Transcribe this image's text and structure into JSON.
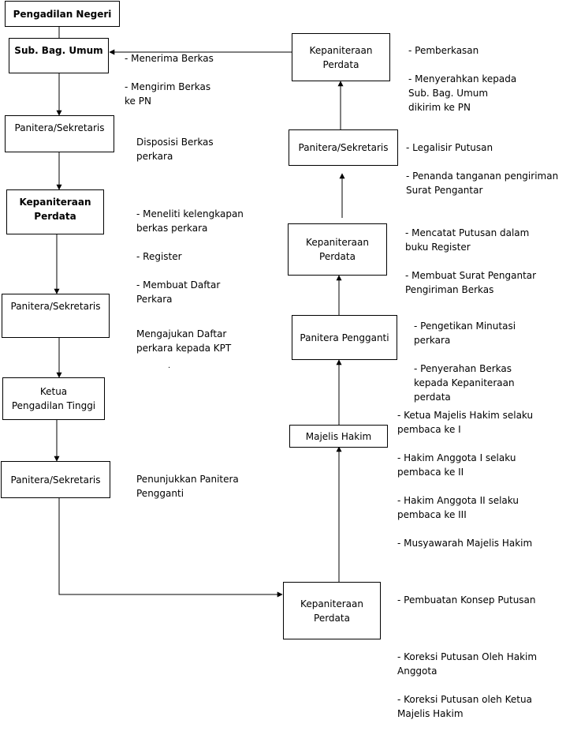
{
  "boxes": {
    "b1": "Pengadilan Negeri",
    "b2": "Sub. Bag. Umum",
    "b3": "Panitera/Sekretaris",
    "b4": "Kepaniteraan\nPerdata",
    "b5": "Panitera/Sekretaris",
    "b6": "Ketua\nPengadilan Tinggi",
    "b7": "Panitera/Sekretaris",
    "b8": "Kepaniteraan\nPerdata",
    "b9": "Majelis Hakim",
    "b10": "Panitera Pengganti",
    "b11": "Kepaniteraan\nPerdata",
    "b12": "Panitera/Sekretaris",
    "b13": "Kepaniteraan\nPerdata"
  },
  "notes": {
    "n_sub": [
      "- Menerima Berkas",
      "- Mengirim Berkas\n  ke PN"
    ],
    "n_disp": [
      "Disposisi Berkas\nperkara"
    ],
    "n_kep": [
      "- Meneliti kelengkapan\n  berkas perkara",
      "- Register",
      "- Membuat Daftar\n  Perkara"
    ],
    "n_daftar": [
      "Mengajukan Daftar\nperkara kepada KPT"
    ],
    "n_tunjuk": [
      "Penunjukkan Panitera\nPengganti"
    ],
    "n_r1": [
      "- Pemberkasan",
      "- Menyerahkan kepada\n  Sub. Bag. Umum\n  dikirim ke PN"
    ],
    "n_r2": [
      "- Legalisir Putusan",
      "- Penanda tanganan pengiriman\n  Surat Pengantar"
    ],
    "n_r3": [
      "- Mencatat Putusan dalam\n  buku Register",
      "- Membuat Surat Pengantar\n  Pengiriman Berkas"
    ],
    "n_r4": [
      "- Pengetikan Minutasi\n  perkara",
      "- Penyerahan Berkas\n  kepada Kepaniteraan\n  perdata"
    ],
    "n_r5": [
      "- Ketua Majelis Hakim selaku\n  pembaca ke I",
      "- Hakim Anggota I selaku\n  pembaca ke II",
      "- Hakim Anggota II selaku\n  pembaca ke III",
      "- Musyawarah Majelis Hakim",
      "",
      "- Pembuatan Konsep Putusan",
      "",
      "- Koreksi Putusan Oleh Hakim\n  Anggota",
      "- Koreksi Putusan oleh Ketua\n  Majelis Hakim"
    ]
  }
}
